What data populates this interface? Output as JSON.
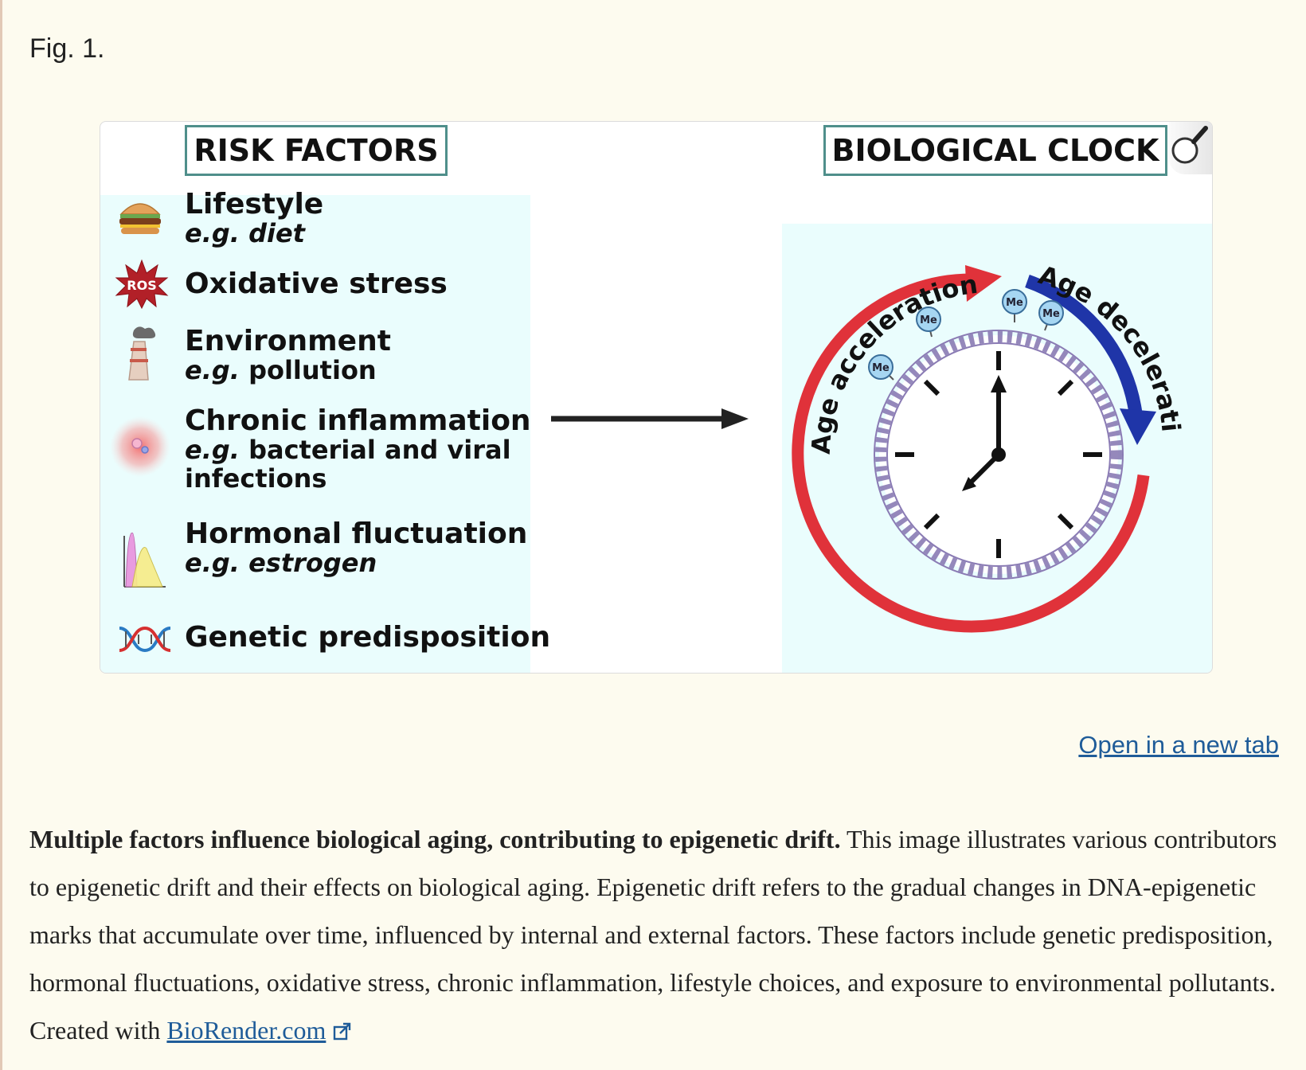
{
  "figure_label": "Fig. 1.",
  "figure": {
    "risk_header": "RISK FACTORS",
    "clock_header": "BIOLOGICAL CLOCK",
    "factors": [
      {
        "title": "Lifestyle",
        "example_prefix": "e.g.",
        "example": "diet"
      },
      {
        "title": "Oxidative stress"
      },
      {
        "title": "Environment",
        "example_prefix": "e.g.",
        "example": "pollution"
      },
      {
        "title": "Chronic inflammation",
        "example_prefix": "e.g.",
        "example": "bacterial and viral",
        "example_line2": "infections"
      },
      {
        "title": "Hormonal fluctuation",
        "example_prefix": "e.g.",
        "example": "estrogen"
      },
      {
        "title": "Genetic predisposition"
      }
    ],
    "ros_label": "ROS",
    "age_acceleration": "Age acceleration",
    "age_deceleration": "Age deceleration",
    "methyl_label": "Me",
    "colors": {
      "accent_teal": "#4f8f8b",
      "panel_bg": "#eafdfd",
      "acceleration_red": "#e0323a",
      "deceleration_blue": "#1f35a8",
      "dna_purple": "#8a7bb4"
    }
  },
  "open_tab_label": "Open in a new tab",
  "caption": {
    "bold": "Multiple factors influence biological aging, contributing to epigenetic drift.",
    "text": " This image illustrates various contributors to epigenetic drift and their effects on biological aging. Epigenetic drift refers to the gradual changes in DNA-epigenetic marks that accumulate over time, influenced by internal and external factors. These factors include genetic predisposition, hormonal fluctuations, oxidative stress, chronic inflammation, lifestyle choices, and exposure to environmental pollutants. Created with ",
    "link": "BioRender.com"
  }
}
